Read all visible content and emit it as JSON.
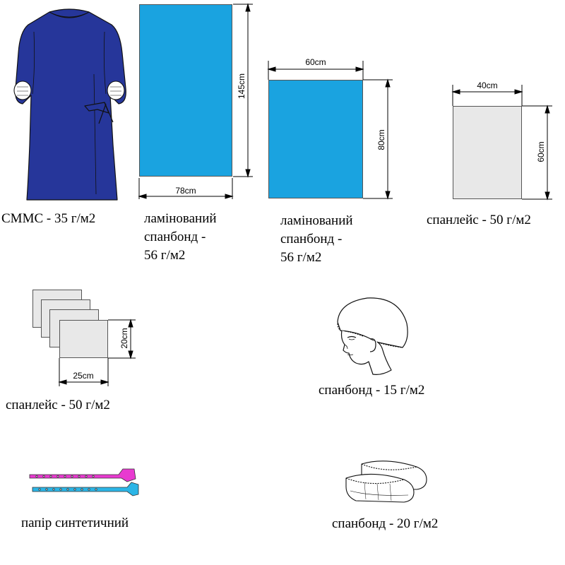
{
  "items": {
    "gown": {
      "caption": "СММС - 35 г/м2",
      "color": "#26369a"
    },
    "sheet_large": {
      "caption_lines": [
        "ламінований",
        "спанбонд -",
        "56 г/м2"
      ],
      "width_label": "78cm",
      "height_label": "145cm",
      "color": "#1aa3e0"
    },
    "sheet_medium": {
      "caption_lines": [
        "ламінований",
        "спанбонд -",
        "56 г/м2"
      ],
      "width_label": "60cm",
      "height_label": "80cm",
      "color": "#1aa3e0"
    },
    "spunlace_wipe": {
      "caption": "спанлейс - 50 г/м2",
      "width_label": "40cm",
      "height_label": "60cm",
      "color": "#e8e8e8"
    },
    "spunlace_napkins": {
      "caption": "спанлейс - 50 г/м2",
      "width_label": "25cm",
      "height_label": "20cm",
      "color": "#e8e8e8"
    },
    "cap": {
      "caption": "спанбонд - 15 г/м2"
    },
    "wristband": {
      "caption": "папір синтетичний",
      "colors": [
        "#e83ad0",
        "#2bb5e6"
      ]
    },
    "shoe_covers": {
      "caption": "спанбонд - 20 г/м2"
    }
  }
}
